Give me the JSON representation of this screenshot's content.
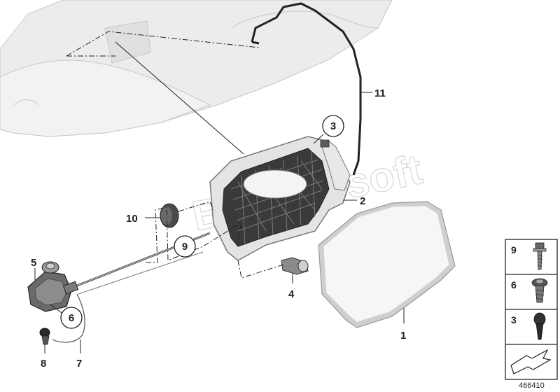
{
  "callouts": {
    "c1": "1",
    "c2": "2",
    "c3": "3",
    "c4": "4",
    "c5": "5",
    "c6": "6",
    "c7": "7",
    "c8": "8",
    "c9": "9",
    "c10": "10",
    "c11": "11"
  },
  "legend": {
    "row1": "9",
    "row2": "6",
    "row3": "3"
  },
  "watermark": "Bimmersoft",
  "diagram_id": "466410",
  "colors": {
    "line": "#222222",
    "body": "#e6e6e6",
    "dark": "#3a3a3a",
    "flap": "#cfcfcf"
  }
}
